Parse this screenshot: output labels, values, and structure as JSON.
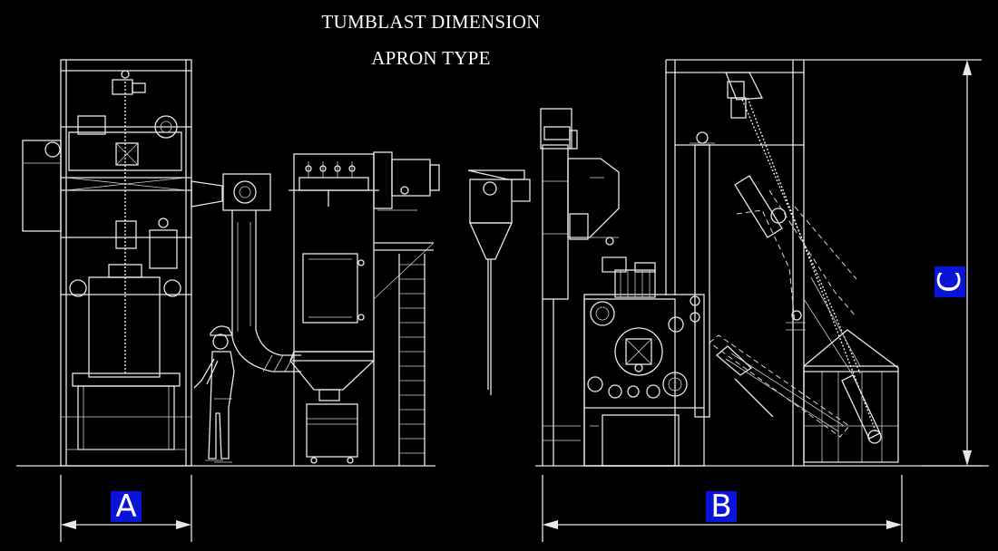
{
  "title": {
    "line1": "TUMBLAST DIMENSION",
    "line2": "APRON TYPE"
  },
  "dimensions": {
    "a_label": "A",
    "b_label": "B",
    "c_label": "C"
  },
  "colors": {
    "background": "#000000",
    "line": "#e8e8e8",
    "label_fill": "#0a14d8",
    "label_text": "#ffffff"
  }
}
